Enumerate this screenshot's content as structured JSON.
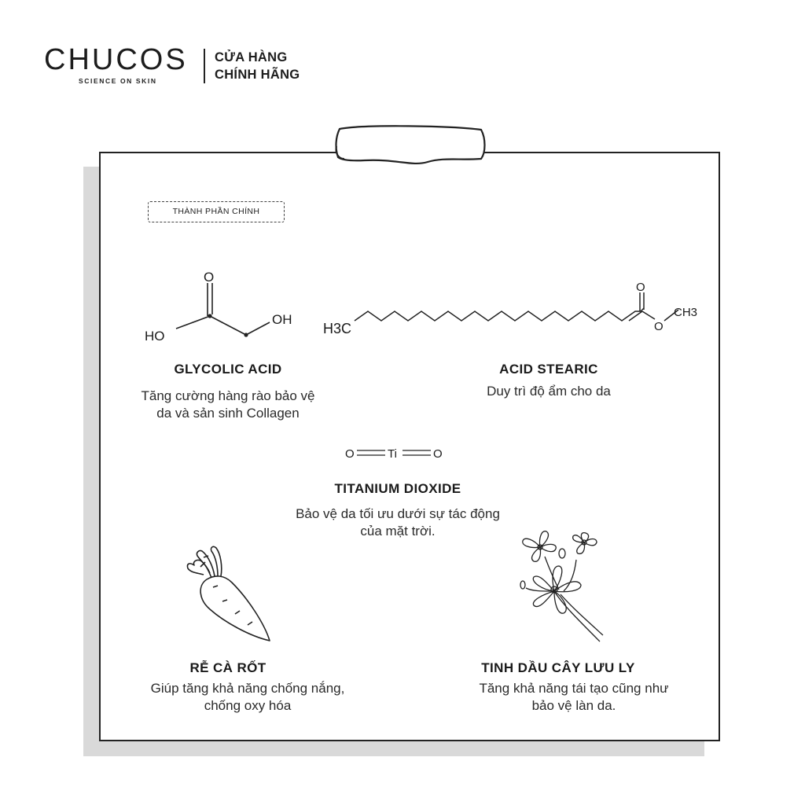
{
  "brand": {
    "logo_text": "CHUCOS",
    "tagline": "SCIENCE ON SKIN",
    "store_line1": "CỬA HÀNG",
    "store_line2": "CHÍNH HÃNG"
  },
  "section_badge": "THÀNH PHẦN CHÍNH",
  "ingredients": [
    {
      "name": "GLYCOLIC ACID",
      "desc_line1": "Tăng cường hàng rào bảo vệ",
      "desc_line2": "da và sản sinh Collagen"
    },
    {
      "name": "ACID STEARIC",
      "desc_line1": "Duy trì độ ẩm cho da",
      "desc_line2": ""
    },
    {
      "name": "TITANIUM DIOXIDE",
      "desc_line1": "Bảo vệ da tối ưu dưới sự tác động",
      "desc_line2": "của mặt trời."
    },
    {
      "name": "RỄ CÀ RỐT",
      "desc_line1": "Giúp tăng khả năng chống nắng,",
      "desc_line2": "chống oxy hóa"
    },
    {
      "name": "TINH DẦU CÂY LƯU LY",
      "desc_line1": "Tăng khả năng tái tạo cũng như",
      "desc_line2": "bảo vệ làn da."
    }
  ],
  "formula_labels": {
    "glycolic_o": "O",
    "glycolic_ho": "HO",
    "glycolic_oh": "OH",
    "stearic_h3c": "H3C",
    "stearic_o1": "O",
    "stearic_o2": "O",
    "stearic_ch3": "CH3",
    "tio2_o1": "O",
    "tio2_ti": "Ti",
    "tio2_o2": "O"
  }
}
